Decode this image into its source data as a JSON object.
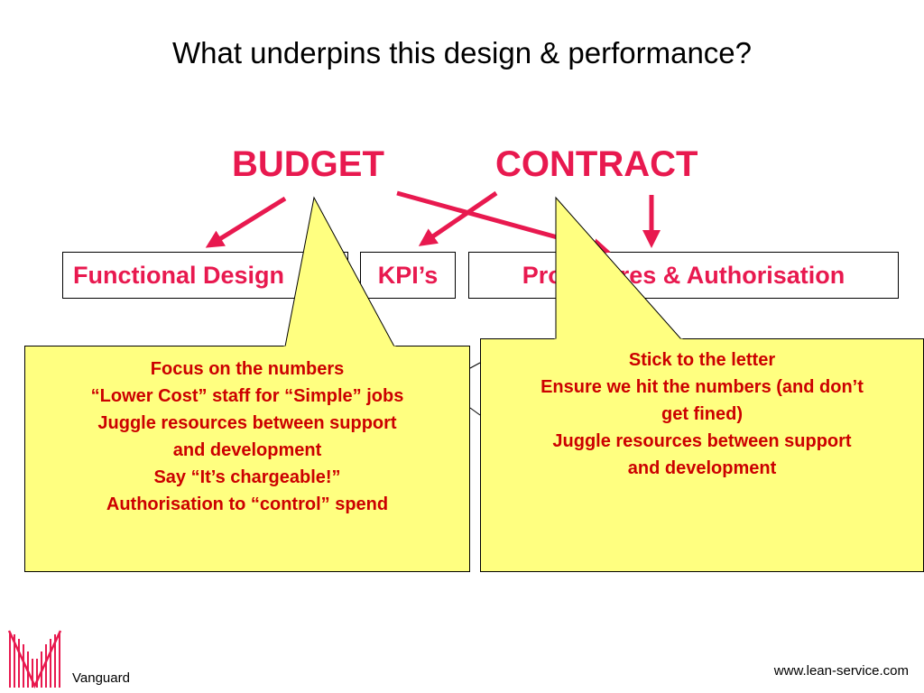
{
  "title": "What underpins this design & performance?",
  "headings": {
    "budget": "BUDGET",
    "contract": "CONTRACT"
  },
  "boxes": {
    "functional_design": "Functional Design",
    "kpis": "KPI’s",
    "procedures": "Procedures & Authorisation"
  },
  "callouts": {
    "left": [
      "Focus on the numbers",
      "“Lower Cost” staff for “Simple” jobs",
      "Juggle resources between support",
      "and development",
      "Say “It’s chargeable!”",
      "Authorisation to “control” spend"
    ],
    "right": [
      "Stick to the letter",
      "Ensure we hit the numbers (and don’t",
      "get fined)",
      "Juggle resources between support",
      "and development"
    ]
  },
  "footer": {
    "brand": "Vanguard",
    "url": "www.lean-service.com"
  },
  "colors": {
    "accent": "#e8194f",
    "callout_fill": "#ffff80",
    "callout_text": "#cc0000"
  }
}
